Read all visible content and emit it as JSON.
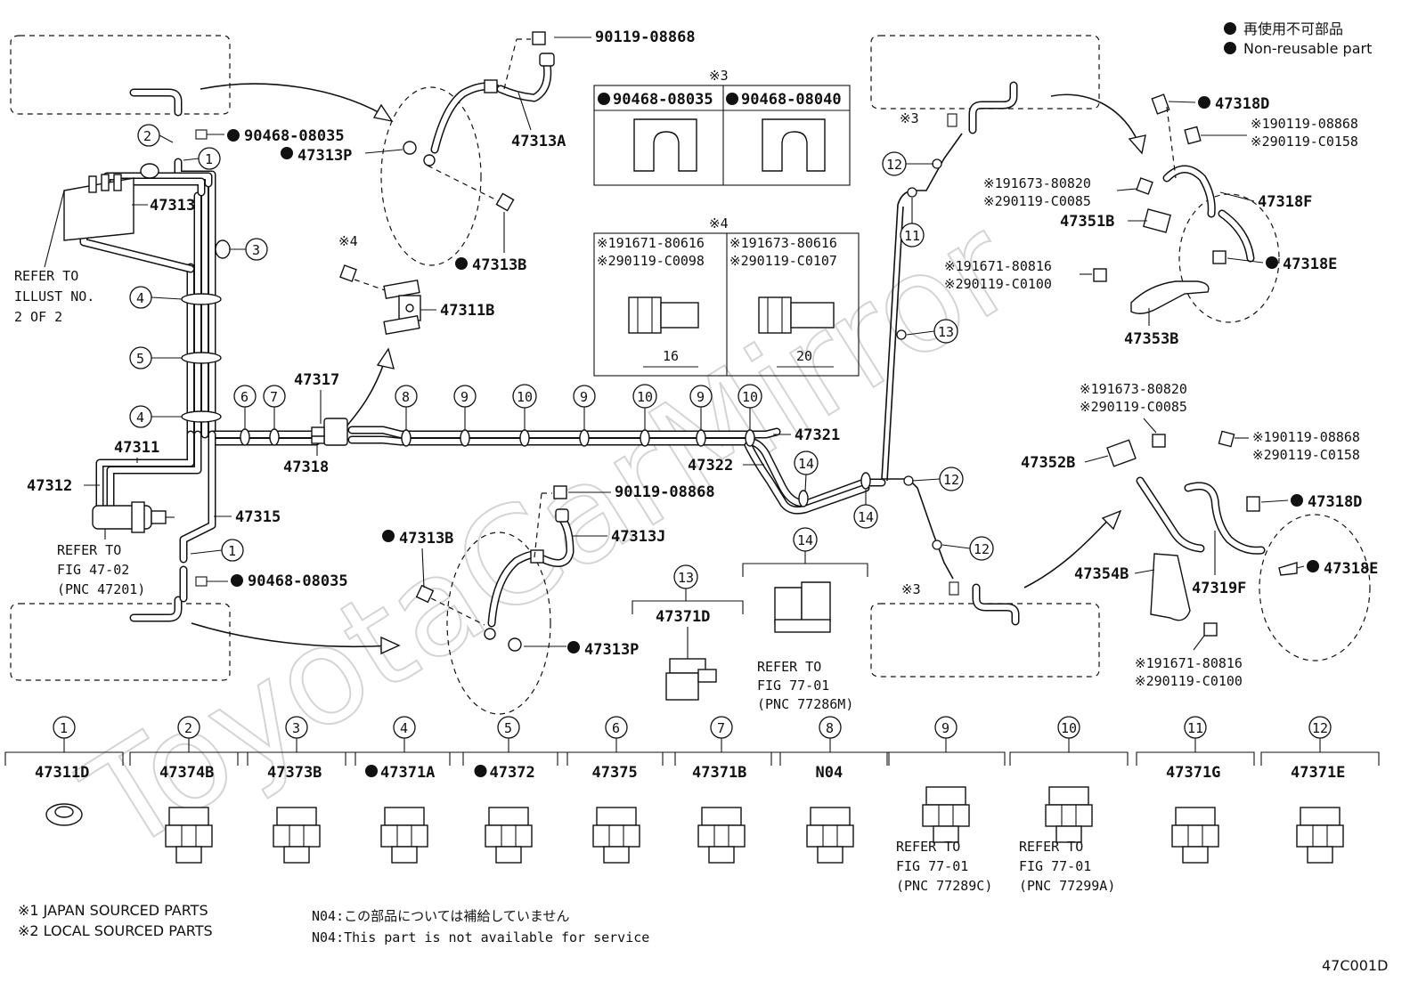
{
  "legend": {
    "jp": "再使用不可部品",
    "en": "Non-reusable part"
  },
  "watermark": "ToyotaCarMirror",
  "diagram_code": "47C001D",
  "notes": {
    "japan": "※1 JAPAN SOURCED PARTS",
    "local": "※2 LOCAL SOURCED PARTS",
    "n04_jp": "N04:この部品については補給していません",
    "n04_en": "N04:This part is not available for service"
  },
  "labels": {
    "p90119_08868_top": "90119-08868",
    "p47313A": "47313A",
    "p47313P_top": "47313P",
    "p90468_08035_top": "90468-08035",
    "p47313": "47313",
    "p47313B_top": "47313B",
    "p47311B": "47311B",
    "p47317": "47317",
    "p47318": "47318",
    "p47321": "47321",
    "p47322": "47322",
    "p47311": "47311",
    "p47312": "47312",
    "p47315": "47315",
    "p90468_08035_bot": "90468-08035",
    "p47313B_bot": "47313B",
    "p90119_08868_mid": "90119-08868",
    "p47313J": "47313J",
    "p47313P_bot": "47313P",
    "refer_illust_1": "REFER TO",
    "refer_illust_2": "ILLUST NO.",
    "refer_illust_3": "2 OF 2",
    "refer_fig4702_1": "REFER TO",
    "refer_fig4702_2": "FIG 47-02",
    "refer_fig4702_3": "(PNC 47201)",
    "x3": "※3",
    "x4": "※4",
    "box3_a": "90468-08035",
    "box3_b": "90468-08040",
    "box4_a1": "※191671-80616",
    "box4_a2": "※290119-C0098",
    "box4_b1": "※191673-80616",
    "box4_b2": "※290119-C0107",
    "box4_dim_a": "16",
    "box4_dim_b": "20",
    "p47318D_top": "47318D",
    "r_190119_08868_top": "※190119-08868",
    "r_290119_C0158_top": "※290119-C0158",
    "r_191673_80820_top": "※191673-80820",
    "r_290119_C0085_top": "※290119-C0085",
    "p47351B": "47351B",
    "p47318F": "47318F",
    "r_191671_80816_top": "※191671-80816",
    "r_290119_C0100_top": "※290119-C0100",
    "p47318E_top": "47318E",
    "p47353B": "47353B",
    "r_191673_80820_bot": "※191673-80820",
    "r_290119_C0085_bot": "※290119-C0085",
    "p47352B": "47352B",
    "r_190119_08868_bot": "※190119-08868",
    "r_290119_C0158_bot": "※290119-C0158",
    "p47318D_bot": "47318D",
    "p47354B": "47354B",
    "p47319F": "47319F",
    "p47318E_bot": "47318E",
    "r_191671_80816_bot": "※191671-80816",
    "r_290119_C0100_bot": "※290119-C0100",
    "p47371D": "47371D",
    "refer_fig7701_a1": "REFER TO",
    "refer_fig7701_a2": "FIG 77-01",
    "refer_fig7701_a3": "(PNC 77286M)"
  },
  "callouts": [
    "1",
    "2",
    "3",
    "4",
    "5",
    "6",
    "7",
    "8",
    "9",
    "10",
    "11",
    "12",
    "13",
    "14"
  ],
  "bottom_parts": [
    {
      "num": "1",
      "pn": "47311D"
    },
    {
      "num": "2",
      "pn": "47374B"
    },
    {
      "num": "3",
      "pn": "47373B"
    },
    {
      "num": "4",
      "pn": "47371A"
    },
    {
      "num": "5",
      "pn": "47372"
    },
    {
      "num": "6",
      "pn": "47375"
    },
    {
      "num": "7",
      "pn": "47371B"
    },
    {
      "num": "8",
      "pn": "N04"
    },
    {
      "num": "9",
      "pn": "",
      "ref": [
        "REFER TO",
        "FIG 77-01",
        "(PNC 77289C)"
      ]
    },
    {
      "num": "10",
      "pn": "",
      "ref": [
        "REFER TO",
        "FIG 77-01",
        "(PNC 77299A)"
      ]
    },
    {
      "num": "11",
      "pn": "47371G"
    },
    {
      "num": "12",
      "pn": "47371E"
    }
  ]
}
